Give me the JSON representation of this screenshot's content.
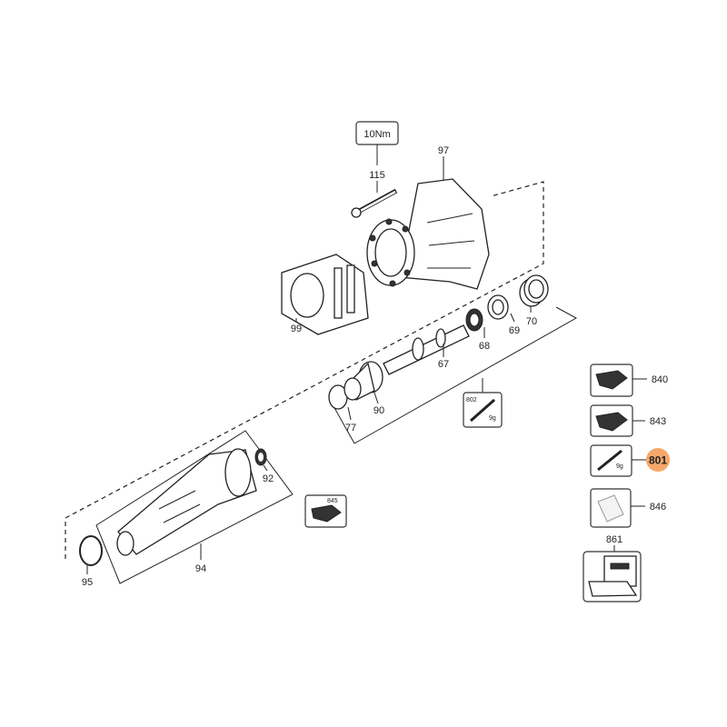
{
  "diagram": {
    "torque_label": "10Nm",
    "parts": {
      "p115": "115",
      "p97": "97",
      "p99": "99",
      "p67": "67",
      "p68": "68",
      "p69": "69",
      "p70": "70",
      "p77": "77",
      "p90": "90",
      "p92": "92",
      "p94": "94",
      "p95": "95"
    },
    "kits": {
      "k802": "802",
      "k802_weight": "9g",
      "k845": "845",
      "k840": "840",
      "k843": "843",
      "k801": "801",
      "k801_weight": "9g",
      "k846": "846",
      "k861": "861"
    },
    "highlight_color": "#F5A86A"
  }
}
